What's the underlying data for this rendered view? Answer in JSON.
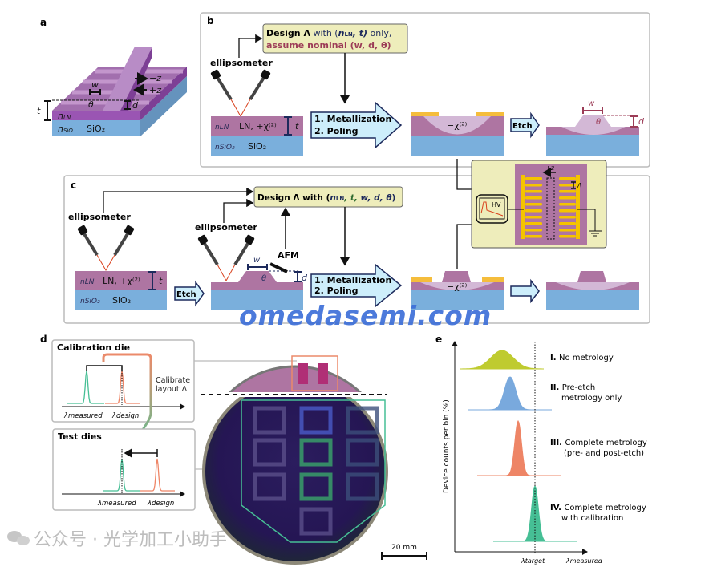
{
  "panels": {
    "a": {
      "label": "a",
      "w": "w",
      "t": "t",
      "d": "d",
      "theta": "θ",
      "minus_z": "−z",
      "plus_z": "+z",
      "n_ln": "n",
      "n_ln_sub": "LN",
      "n_sio2": "n",
      "n_sio2_sub": "SiO",
      "sio2": "SiO₂"
    },
    "b": {
      "label": "b",
      "design_line1_a": "Design Λ",
      "design_line1_b": " with (",
      "design_line1_c": "n",
      "design_line1_c_sub": "LN",
      "design_line1_d": ", t)",
      "design_line1_e": " only,",
      "design_line2": "assume nominal (w, d, θ)",
      "ellipsometer": "ellipsometer",
      "ln_label": "LN, +χ⁽²⁾",
      "n_ln": "nLN",
      "n_sio2": "nSiO₂",
      "sio2": "SiO₂",
      "t": "t",
      "step1": "1. Metallization",
      "step2": "2. Poling",
      "chi_neg": "−χ⁽²⁾",
      "etch": "Etch",
      "w": "w",
      "d": "d",
      "theta": "θ"
    },
    "poling_inset": {
      "hv": "HV",
      "plus_z": "+z",
      "lambda": "Λ"
    },
    "c": {
      "label": "c",
      "design_a": "Design Λ with (",
      "design_b": "n",
      "design_b_sub": "LN",
      "design_c": ", t, ",
      "design_d": "w, d, θ",
      "design_e": ")",
      "ellipsometer_1": "ellipsometer",
      "ellipsometer_2": "ellipsometer",
      "afm": "AFM",
      "ln_label": "LN, +χ⁽²⁾",
      "n_ln": "nLN",
      "n_sio2": "nSiO₂",
      "sio2": "SiO₂",
      "t": "t",
      "etch": "Etch",
      "w": "w",
      "d": "d",
      "theta": "θ",
      "step1": "1. Metallization",
      "step2": "2. Poling",
      "chi_neg": "−χ⁽²⁾"
    },
    "d": {
      "label": "d",
      "calibration_title": "Calibration die",
      "test_title": "Test dies",
      "calibrate_line1": "Calibrate",
      "calibrate_line2": "layout Λ",
      "lambda_measured": "λmeasured",
      "lambda_design": "λdesign",
      "scale_bar": "20 mm"
    },
    "e": {
      "label": "e",
      "ylabel": "Device counts per bin (%)",
      "x_target": "λtarget",
      "x_measured": "λmeasured",
      "series": [
        {
          "num": "I.",
          "text1": "No metrology",
          "text2": "",
          "color": "#bfcb2f"
        },
        {
          "num": "II.",
          "text1": "Pre-etch",
          "text2": "metrology only",
          "color": "#79a9dd"
        },
        {
          "num": "III.",
          "text1": "Complete metrology",
          "text2": "(pre- and post-etch)",
          "color": "#ee8566"
        },
        {
          "num": "IV.",
          "text1": "Complete metrology",
          "text2": "with calibration",
          "color": "#46bf95"
        }
      ]
    }
  },
  "watermarks": {
    "site": "omedasemi.com",
    "wechat": "公众号 · 光学加工小助手"
  },
  "colors": {
    "ln": "#ae75a2",
    "sio2": "#7aafdc",
    "gold": "#f5bd3c",
    "design_box": "#eeedbb",
    "arrow_fill": "#cdeefb",
    "maroon": "#9c3c57",
    "navy": "#1d2a5c"
  }
}
